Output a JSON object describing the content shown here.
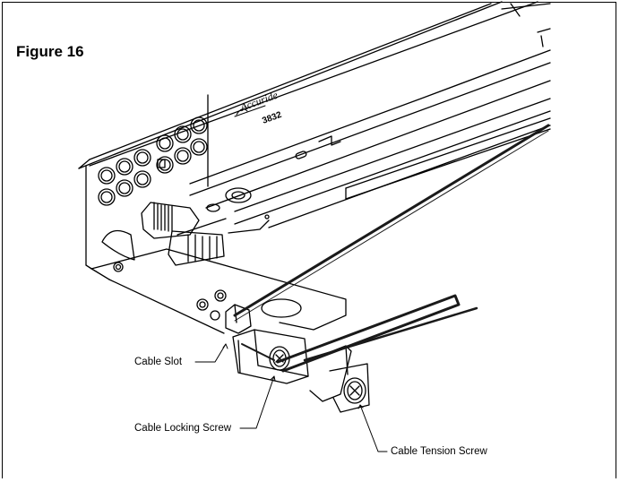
{
  "figure": {
    "title": "Figure 16"
  },
  "callouts": {
    "cable_slot": "Cable Slot",
    "cable_locking_screw": "Cable Locking Screw",
    "cable_tension_screw": "Cable Tension Screw"
  },
  "logo": {
    "brand": "Accuride",
    "model": "3832"
  },
  "colors": {
    "line": "#000000",
    "background": "#ffffff",
    "cable": "#1a1a1a"
  }
}
